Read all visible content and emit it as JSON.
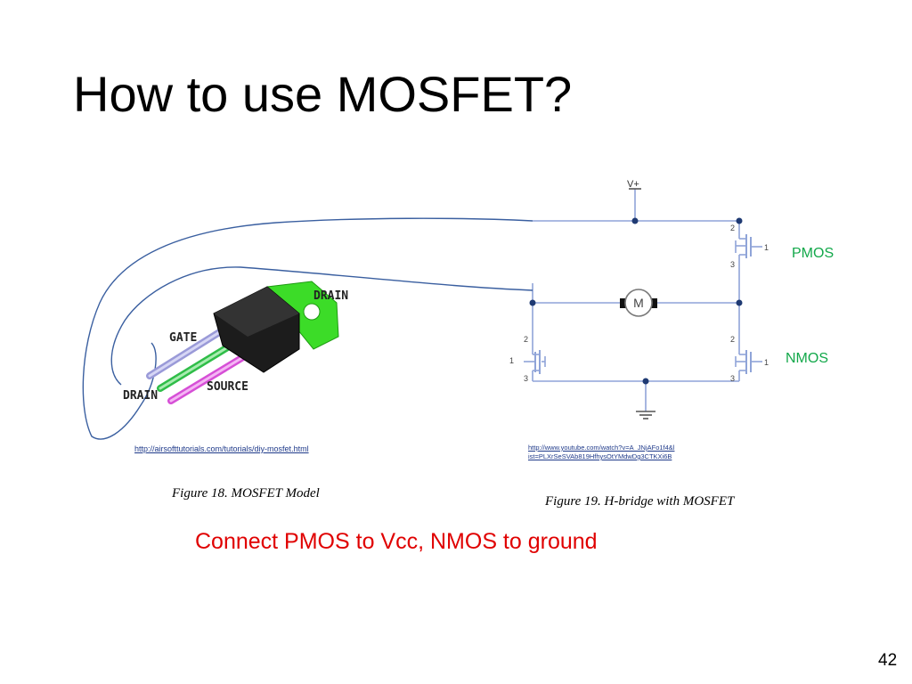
{
  "slide": {
    "title": "How to use MOSFET?",
    "page_number": "42"
  },
  "mosfet_model": {
    "pin_labels": {
      "drain_top": "DRAIN",
      "gate": "GATE",
      "drain_bottom": "DRAIN",
      "source": "SOURCE"
    },
    "source_url": "http://airsofttutorials.com/tutorials/diy-mosfet.html",
    "caption": "Figure 18. MOSFET Model"
  },
  "hbridge": {
    "supply_label": "V+",
    "motor_label": "M",
    "pin_labels": {
      "two": "2",
      "three": "3",
      "one": "1"
    },
    "pmos_label": "PMOS",
    "nmos_label": "NMOS",
    "source_url": "http://www.youtube.com/watch?v=A_JNjAFo1f4&list=PLXrSeSVAb819HfhysOtYMdwDg3CTKXi6B",
    "caption": "Figure 19. H-bridge with MOSFET"
  },
  "note": "Connect PMOS to Vcc, NMOS to ground",
  "colors": {
    "wire": "#8fa4d8",
    "annotation": "#3a5fa0",
    "pmos_nmos_label": "#12a84a",
    "note": "#e00000",
    "tab": "#3cdc28"
  }
}
